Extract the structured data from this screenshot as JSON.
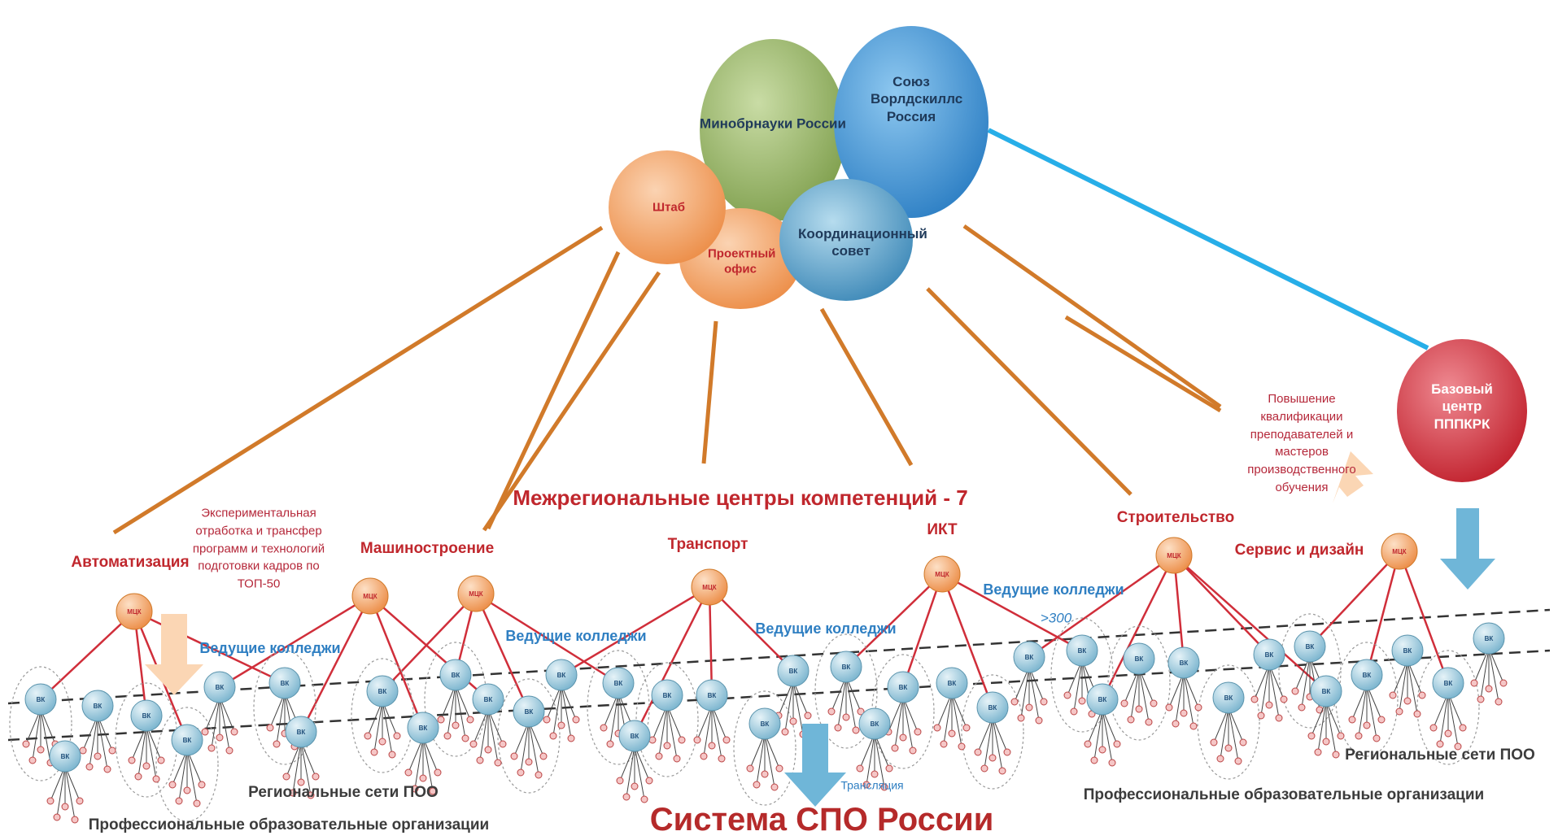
{
  "center": {
    "minobrnauki": "Минобрнауки России",
    "worldskills": "Союз Ворлдскиллс Россия",
    "shtab": "Штаб",
    "project_office": "Проектный офис",
    "council": "Координационный совет"
  },
  "base_center": "Базовый центр ПППКРК",
  "qualification_note": "Повышение квалификации преподавателей и мастеров производственного обучения",
  "experimental_note": "Экспериментальная отработка и трансфер программ и технологий подготовки кадров по ТОП-50",
  "center_label": "Межрегиональные центры компетенций - 7",
  "mcc_abbr": "МЦК",
  "vk_abbr": "ВК",
  "competence_centers": [
    "Автоматизация",
    "Машиностроение",
    "Транспорт",
    "ИКТ",
    "Строительство",
    "Сервис и дизайн"
  ],
  "leading_colleges": "Ведущие колледжи",
  "colleges_count": ">300",
  "regional_networks": "Региональные сети ПОО",
  "professional_orgs": "Профессиональные образовательные организации",
  "translation": "Трансляция",
  "system_title": "Система СПО России",
  "colors": {
    "green": "#8fae5c",
    "blue": "#3a8fd1",
    "orange": "#f0a060",
    "teal": "#4e98c2",
    "red_center": "#c8333f",
    "link_orange": "#d17a2a",
    "link_blue": "#27aee8",
    "red_line": "#d02e3a"
  }
}
